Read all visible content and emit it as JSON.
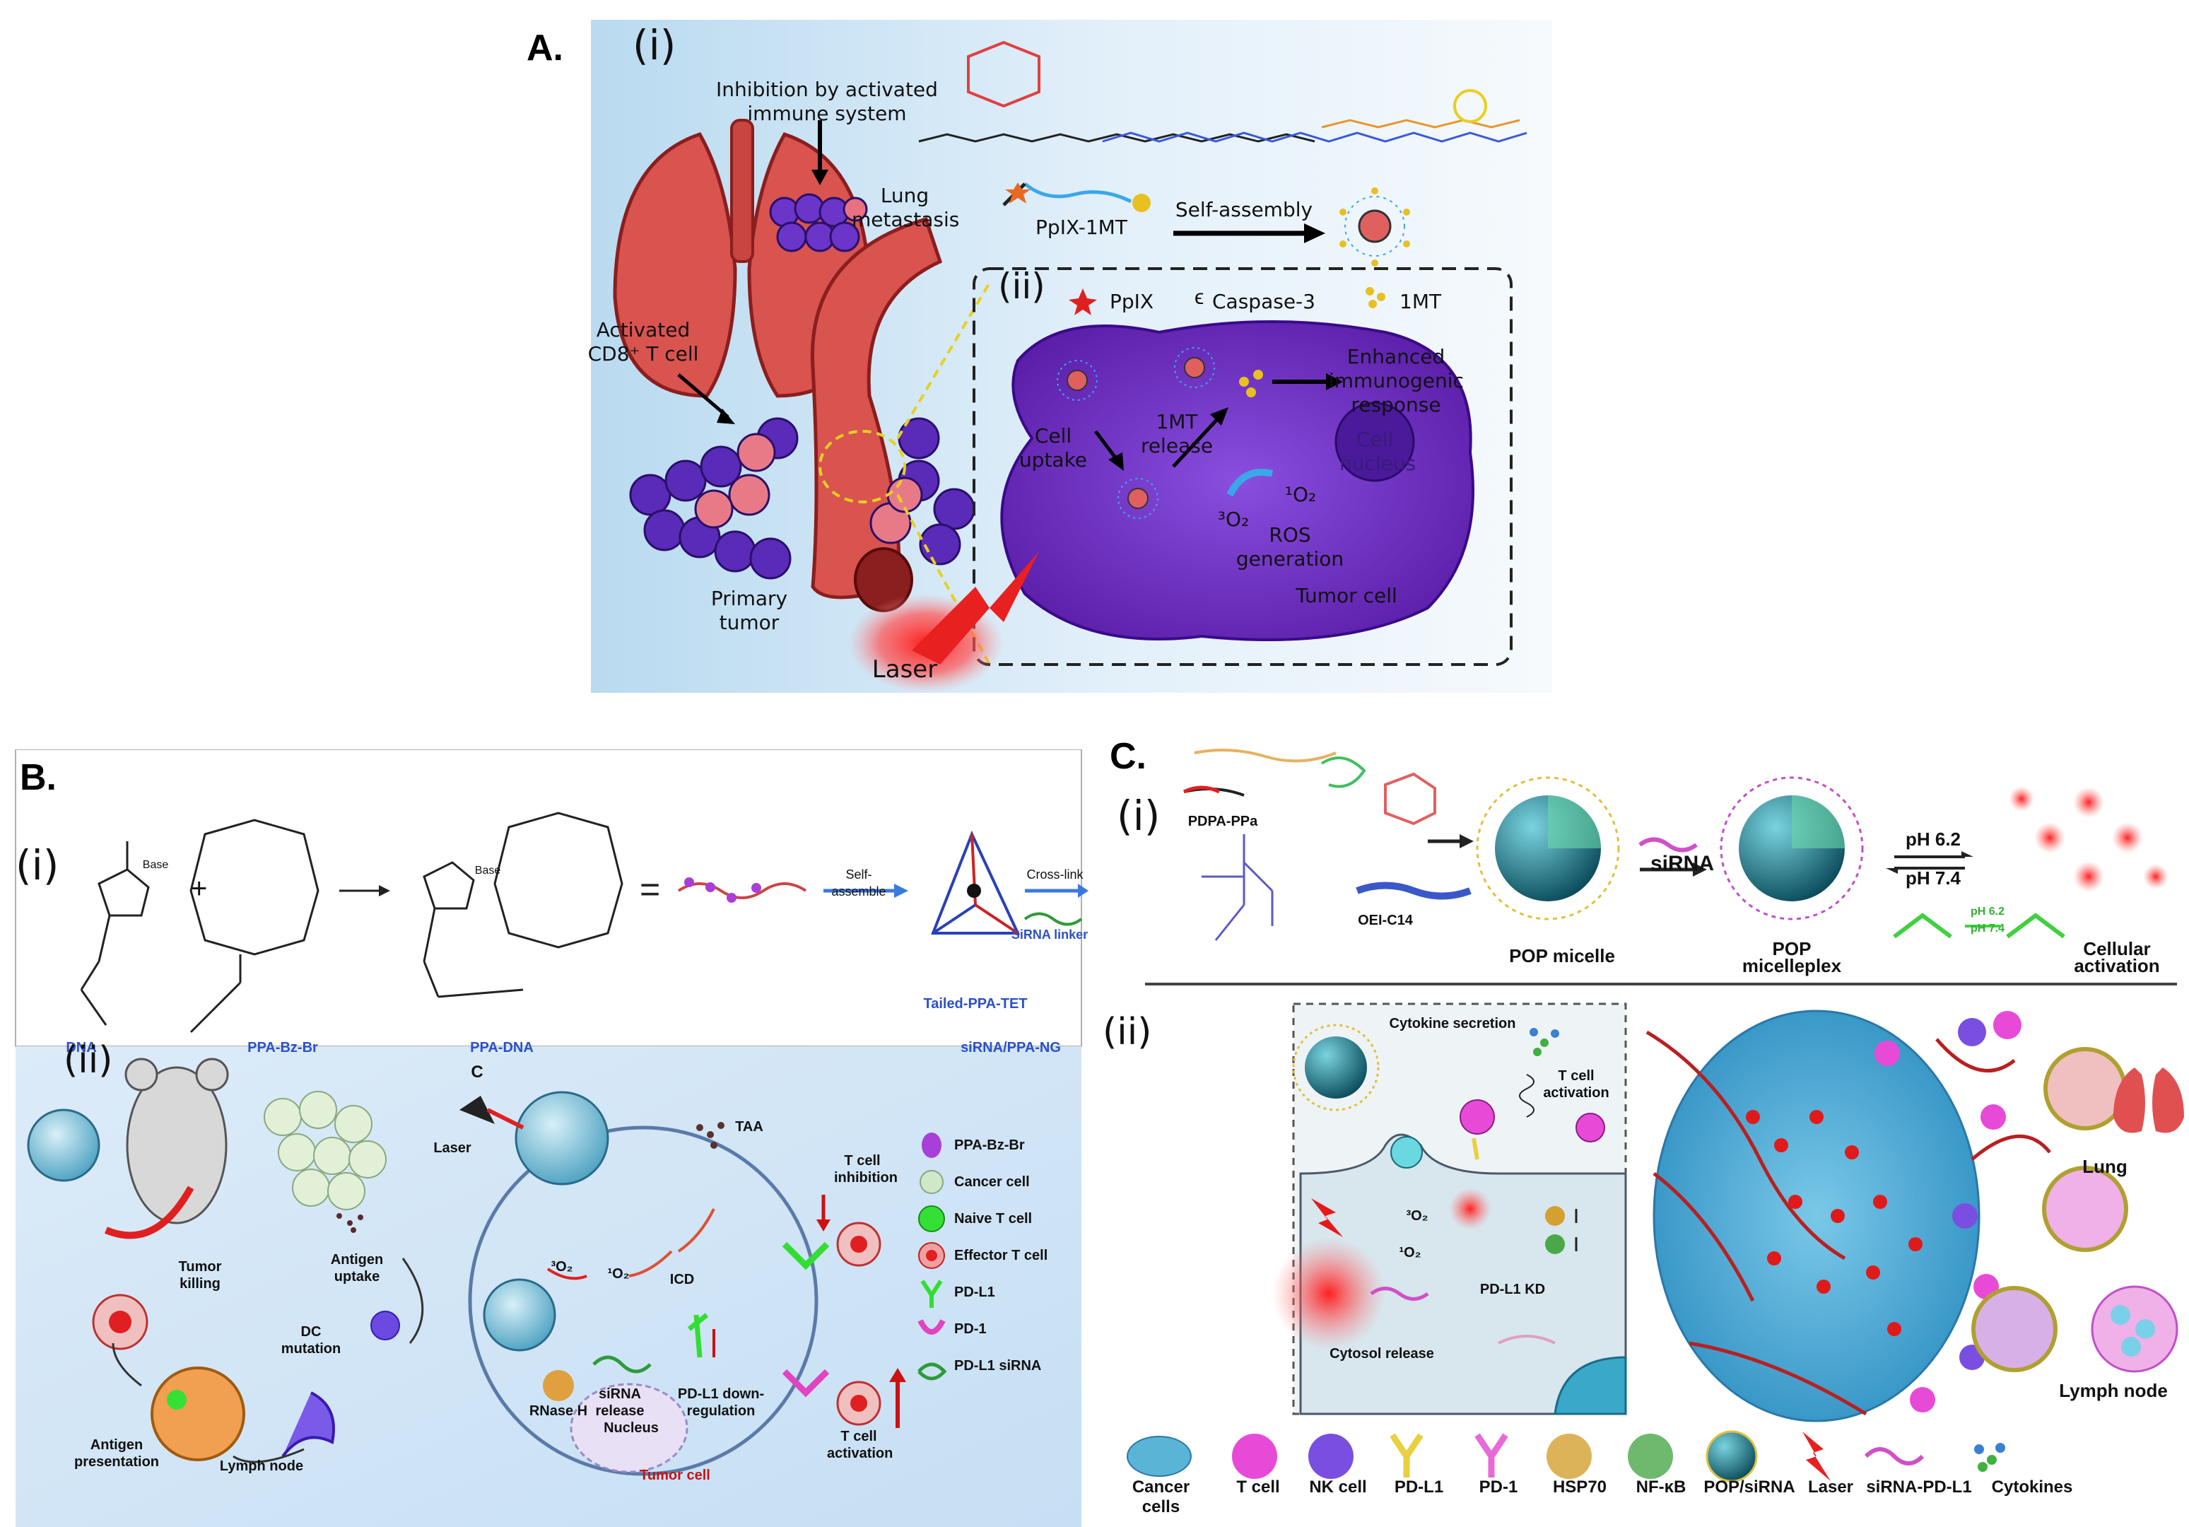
{
  "panelA": {
    "letter": "A.",
    "sub_i": "(i)",
    "sub_ii": "(ii)",
    "inhibition": "Inhibition by activated immune system",
    "lung_metastasis": "Lung metastasis",
    "activated_t": "Activated CD8⁺ T cell",
    "primary_tumor": "Primary tumor",
    "laser": "Laser",
    "ppix_1mt": "PpIX-1MT",
    "self_assembly": "Self-assembly",
    "legend_ppix": "PpIX",
    "legend_caspase": "Caspase-3",
    "legend_1mt": "1MT",
    "cell_uptake": "Cell uptake",
    "mt_release": "1MT release",
    "enhanced": "Enhanced immunogenic response",
    "cell_nucleus": "Cell nucleus",
    "ros": "ROS generation",
    "o2_singlet": "¹O₂",
    "o2_triplet": "³O₂",
    "tumor_cell": "Tumor cell"
  },
  "panelB": {
    "letter": "B.",
    "sub_i": "(i)",
    "sub_ii": "(ii)",
    "base1": "Base",
    "base2": "Base",
    "dna": "DNA",
    "ppa_bz_br": "PPA-Bz-Br",
    "ppa_dna": "PPA-DNA",
    "self_assemble": "Self-assemble",
    "cross_link": "Cross-link",
    "sirna_linker": "SiRNA linker",
    "tailed": "Tailed-PPA-TET",
    "sirna_ppa_ng": "siRNA/PPA-NG",
    "tumor_killing": "Tumor killing",
    "antigen_uptake": "Antigen uptake",
    "dc_mutation": "DC mutation",
    "antigen_presentation": "Antigen presentation",
    "lymph_node": "Lymph node",
    "c_mark": "C",
    "laser": "Laser",
    "taa": "TAA",
    "o2_triplet": "³O₂",
    "o2_singlet": "¹O₂",
    "icd": "ICD",
    "rnase": "RNase H",
    "sirna_release": "siRNA release",
    "pdl1_down": "PD-L1 down-regulation",
    "nucleus": "Nucleus",
    "tumor_cell": "Tumor cell",
    "t_inhibition": "T cell inhibition",
    "t_activation": "T cell activation",
    "legend": [
      {
        "label": "PPA-Bz-Br",
        "color": "#a83fd8"
      },
      {
        "label": "Cancer cell",
        "color": "#cfe8c8"
      },
      {
        "label": "Naive T cell",
        "color": "#35e035"
      },
      {
        "label": "Effector T cell",
        "color": "#e83030"
      },
      {
        "label": "PD-L1",
        "color": "#33dd33"
      },
      {
        "label": "PD-1",
        "color": "#e044c0"
      },
      {
        "label": "PD-L1 siRNA",
        "color": "#2f9a3a"
      }
    ]
  },
  "panelC": {
    "letter": "C.",
    "sub_i": "(i)",
    "sub_ii": "(ii)",
    "pdpa_ppa": "PDPA-PPa",
    "oei": "OEI-C14",
    "sirna": "siRNA",
    "pop_micelle": "POP micelle",
    "pop_micelleplex": "POP micelleplex",
    "ph62": "pH 6.2",
    "ph74": "pH 7.4",
    "ph62b": "pH 6.2",
    "ph74b": "pH 7.4",
    "cellular": "Cellular activation",
    "cytokine_secretion": "Cytokine secretion",
    "t_activation": "T cell activation",
    "o2_triplet": "³O₂",
    "o2_singlet": "¹O₂",
    "pdl1_kd": "PD-L1 KD",
    "cytosol": "Cytosol release",
    "lung": "Lung",
    "lymph_node": "Lymph node",
    "legend": [
      {
        "label": "Cancer cells",
        "color": "#5ab4d6"
      },
      {
        "label": "T cell",
        "color": "#e84ad8"
      },
      {
        "label": "NK cell",
        "color": "#7a4ee0"
      },
      {
        "label": "PD-L1",
        "color": "#e8d040"
      },
      {
        "label": "PD-1",
        "color": "#e86ad8"
      },
      {
        "label": "HSP70",
        "color": "#d4a030"
      },
      {
        "label": "NF-κB",
        "color": "#4aa84a"
      },
      {
        "label": "POP/siRNA",
        "color": "#2a8fa8"
      },
      {
        "label": "Laser",
        "color": "#e82020"
      },
      {
        "label": "siRNA-PD-L1",
        "color": "#d050c8"
      },
      {
        "label": "Cytokines",
        "color": "#3a80d0"
      }
    ]
  }
}
